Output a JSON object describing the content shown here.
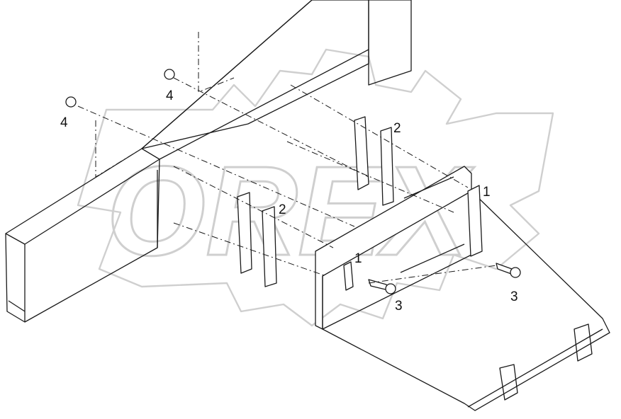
{
  "diagram": {
    "callouts": [
      {
        "id": "callout-1-right",
        "text": "1"
      },
      {
        "id": "callout-1-left",
        "text": "1"
      },
      {
        "id": "callout-2-top",
        "text": "2"
      },
      {
        "id": "callout-2-bottom",
        "text": "2"
      },
      {
        "id": "callout-3-left",
        "text": "3"
      },
      {
        "id": "callout-3-right",
        "text": "3"
      },
      {
        "id": "callout-4-top",
        "text": "4"
      },
      {
        "id": "callout-4-left",
        "text": "4"
      }
    ],
    "watermark": {
      "text": "OREX",
      "color": "#cfcfcf"
    },
    "line_color": "#1a1a1a"
  }
}
